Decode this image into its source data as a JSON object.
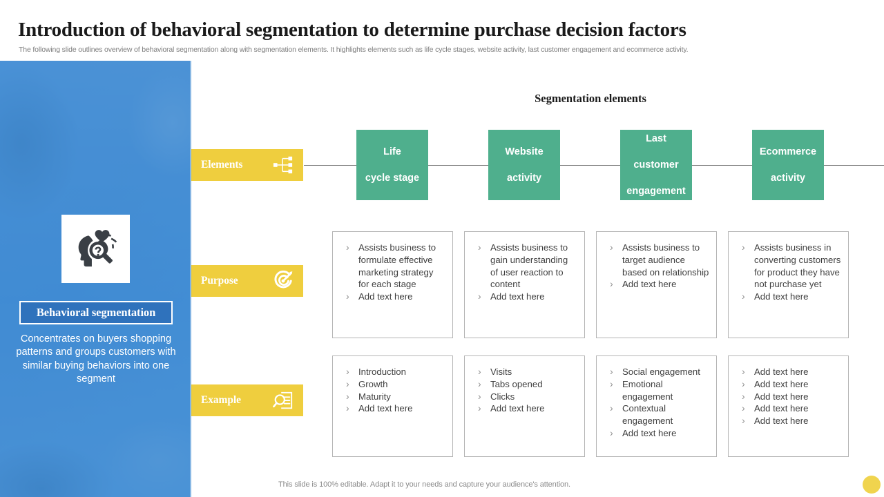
{
  "header": {
    "title": "Introduction of behavioral segmentation to determine purchase decision factors",
    "subtitle": "The following slide outlines overview of behavioral segmentation along with segmentation elements. It highlights elements such as life cycle stages, website activity, last customer engagement and ecommerce activity."
  },
  "left_panel": {
    "icon_name": "head-question-heart-icon",
    "badge_title": "Behavioral segmentation",
    "description": "Concentrates on buyers shopping patterns and groups customers with similar buying behaviors into one segment"
  },
  "main": {
    "elements_heading": "Segmentation elements",
    "row_labels": [
      {
        "label": "Elements",
        "icon": "hierarchy-icon"
      },
      {
        "label": "Purpose",
        "icon": "target-dart-icon"
      },
      {
        "label": "Example",
        "icon": "magnifier-document-icon"
      }
    ],
    "element_cards": [
      {
        "line1": "Life",
        "line2": "cycle stage"
      },
      {
        "line1": "Website",
        "line2": "activity"
      },
      {
        "line1": "Last",
        "line2": "customer",
        "line3": "engagement"
      },
      {
        "line1": "Ecommerce",
        "line2": "activity"
      }
    ],
    "purpose_boxes": [
      {
        "items": [
          "Assists business to formulate effective marketing strategy for each stage",
          "Add text here"
        ]
      },
      {
        "items": [
          "Assists business to gain understanding of user reaction to content",
          "Add text here"
        ]
      },
      {
        "items": [
          "Assists business to target audience based on relationship",
          "Add text here"
        ]
      },
      {
        "items": [
          "Assists business in converting customers for product they have not purchase yet",
          "Add text here"
        ]
      }
    ],
    "example_boxes": [
      {
        "items": [
          "Introduction",
          "Growth",
          "Maturity",
          "Add text here"
        ]
      },
      {
        "items": [
          "Visits",
          "Tabs opened",
          "Clicks",
          "Add text here"
        ]
      },
      {
        "items": [
          "Social engagement",
          "Emotional engagement",
          "Contextual engagement",
          "Add text here"
        ]
      },
      {
        "items": [
          "Add text here",
          "Add text here",
          "Add text here",
          "Add text here",
          "Add text here"
        ]
      }
    ]
  },
  "footer": {
    "note": "This slide is 100% editable. Adapt it to your needs and capture your audience's attention."
  },
  "colors": {
    "accent_yellow": "#efce3e",
    "accent_green": "#4faf8d",
    "panel_blue": "#3d8dd6",
    "badge_blue": "#2f72bc",
    "text_dark": "#1a1a1a",
    "text_muted": "#8a8a8a"
  }
}
